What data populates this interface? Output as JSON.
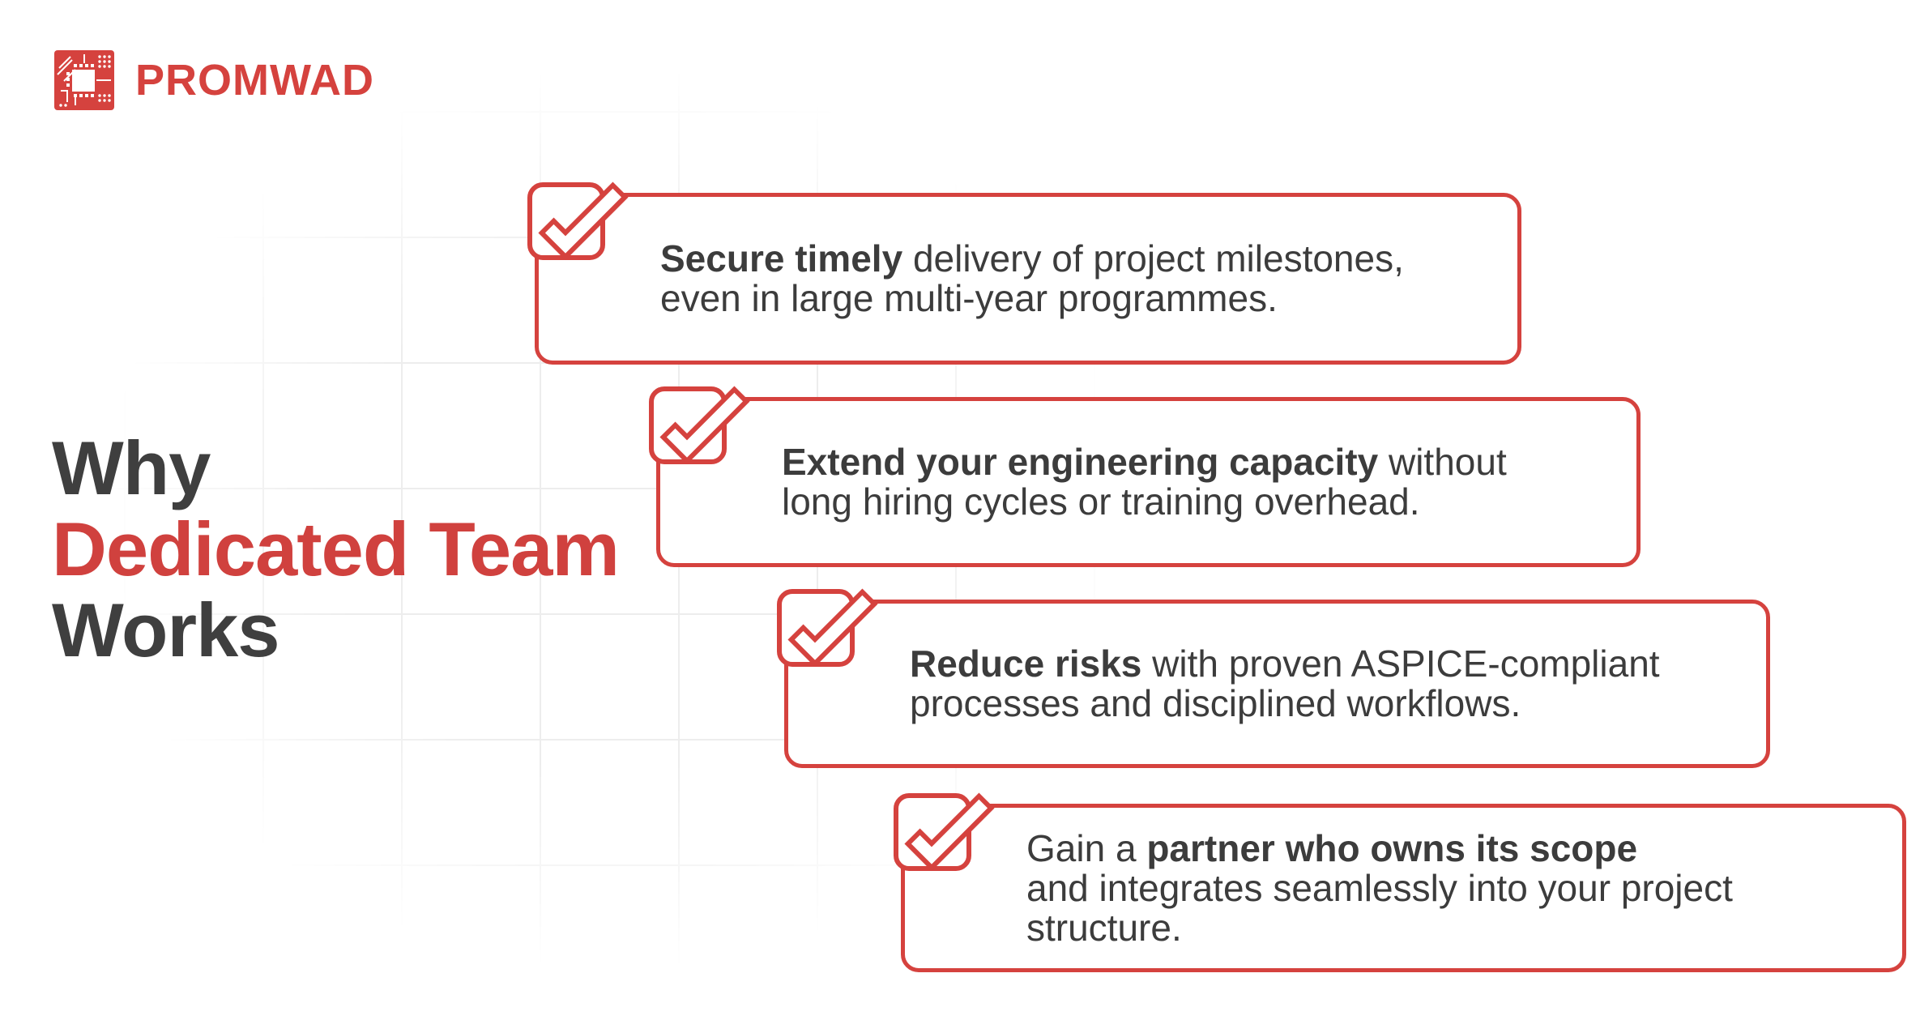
{
  "brand": {
    "name": "PROMWAD",
    "logo_icon": "circuit-board-chip"
  },
  "title": {
    "l1": "Why",
    "l2": "Dedicated Team",
    "l3": "Works"
  },
  "colors": {
    "accent_red": "#d5423e",
    "title_red": "#d0413e",
    "title_dark": "#3f3f3f",
    "body_text": "#3c3c3c",
    "grid_line": "#ededed",
    "background": "#ffffff"
  },
  "cards": [
    {
      "icon": "checkbox-check-icon",
      "lines": [
        [
          {
            "text": "Secure timely",
            "bold": true
          },
          {
            "text": " delivery of project milestones,",
            "bold": false
          }
        ],
        [
          {
            "text": "even in large multi-year programmes.",
            "bold": false
          }
        ]
      ]
    },
    {
      "icon": "checkbox-check-icon",
      "lines": [
        [
          {
            "text": "Extend your engineering capacity",
            "bold": true
          },
          {
            "text": " without",
            "bold": false
          }
        ],
        [
          {
            "text": "long hiring cycles or training overhead.",
            "bold": false
          }
        ]
      ]
    },
    {
      "icon": "checkbox-check-icon",
      "lines": [
        [
          {
            "text": "Reduce risks",
            "bold": true
          },
          {
            "text": " with proven ASPICE-compliant",
            "bold": false
          }
        ],
        [
          {
            "text": "processes and disciplined workflows.",
            "bold": false
          }
        ]
      ]
    },
    {
      "icon": "checkbox-check-icon",
      "lines": [
        [
          {
            "text": "Gain a ",
            "bold": false
          },
          {
            "text": "partner who owns its scope",
            "bold": true
          }
        ],
        [
          {
            "text": "and integrates seamlessly into your project",
            "bold": false
          }
        ],
        [
          {
            "text": "structure.",
            "bold": false
          }
        ]
      ]
    }
  ]
}
